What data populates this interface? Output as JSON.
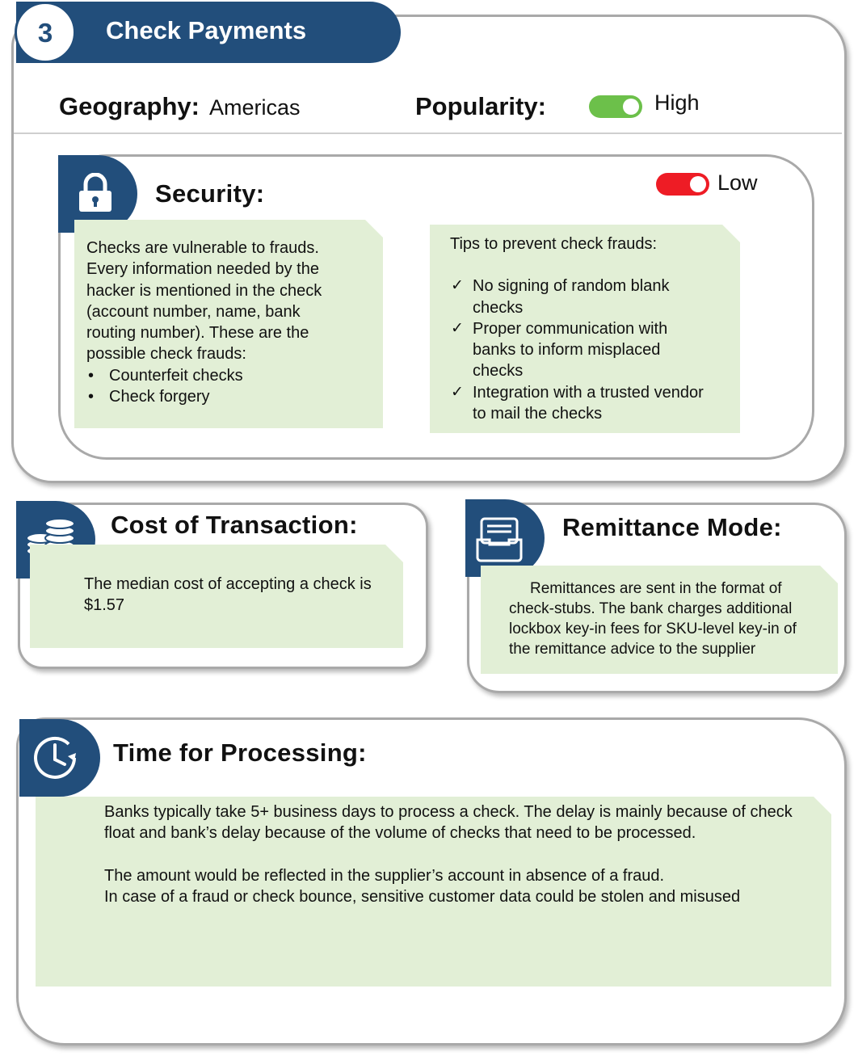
{
  "header": {
    "number": "3",
    "title": "Check Payments"
  },
  "info": {
    "geography_label": "Geography:",
    "geography_value": "Americas",
    "popularity_label": "Popularity:",
    "popularity_value": "High"
  },
  "security": {
    "title": "Security:",
    "rating": "Low",
    "description_lines": [
      "Checks are vulnerable to frauds.",
      "Every information needed by the",
      "hacker is mentioned in the check",
      "(account number, name, bank",
      "routing number). These are the",
      "possible check frauds:"
    ],
    "fraud_types": [
      "Counterfeit checks",
      "Check forgery"
    ],
    "tips_title": "Tips to prevent check frauds:",
    "tips": [
      "No signing of random blank checks",
      "Proper communication with banks to inform misplaced checks",
      "Integration with a trusted vendor to mail the checks"
    ]
  },
  "cost": {
    "title": "Cost of Transaction:",
    "text": "The median cost of accepting a check is $1.57"
  },
  "remittance": {
    "title": "Remittance Mode:",
    "text": "Remittances are sent in the format of check-stubs. The bank charges additional lockbox key-in fees for SKU-level key-in of the remittance advice to the supplier"
  },
  "processing": {
    "title": "Time for Processing:",
    "para1": "Banks typically take 5+ business days to process a check. The delay is mainly because of check float and bank’s delay because of the volume of checks that need to be processed.",
    "para2_line1": "The amount would be reflected in the supplier’s account in absence of a fraud.",
    "para2_line2": "In case of a fraud or check bounce, sensitive customer data could be stolen and misused"
  },
  "colors": {
    "navy": "#224e7b",
    "green_panel": "#e2efd6",
    "toggle_high": "#6cc04a",
    "toggle_low": "#ee1c25",
    "border": "#a9a9a9"
  }
}
